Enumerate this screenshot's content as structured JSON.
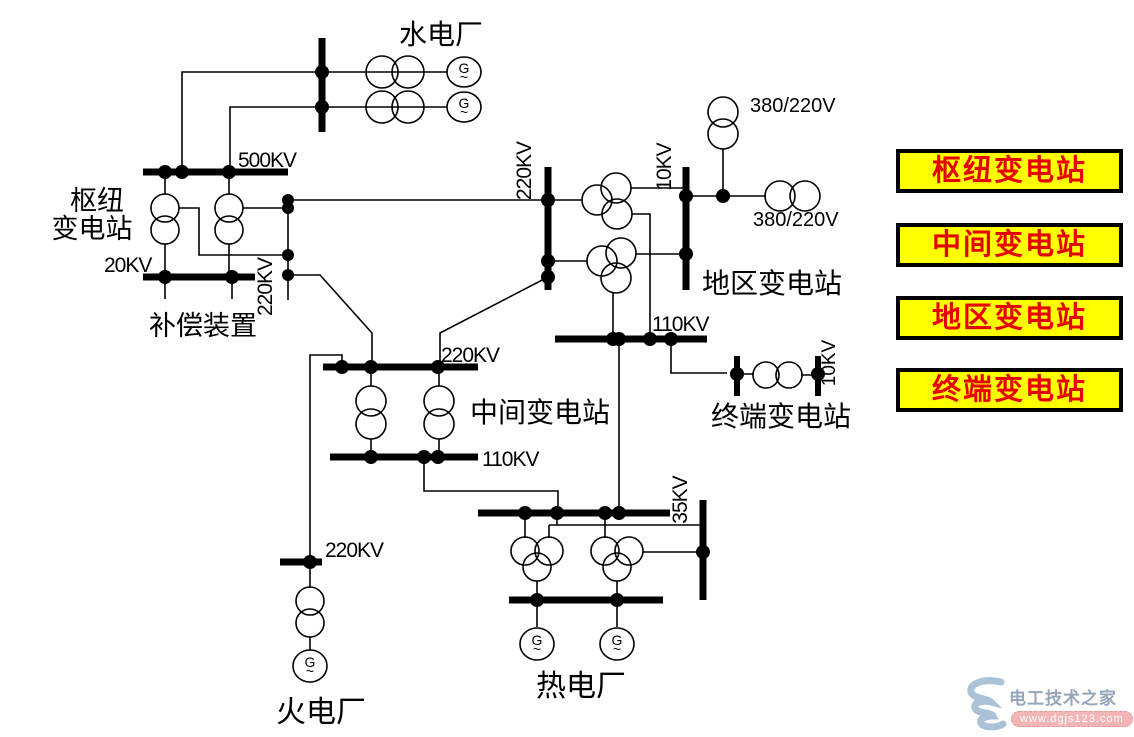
{
  "diagram": {
    "hydro_plant": {
      "label": "水电厂"
    },
    "hub_station": {
      "name_line1": "枢纽",
      "name_line2": "变电站",
      "bus_500kv": "500KV",
      "bus_20kv": "20KV",
      "compensation": "补偿装置",
      "feeder_220kv": "220KV"
    },
    "intermediate_station": {
      "name": "中间变电站",
      "bus_220kv": "220KV",
      "bus_110kv": "110KV"
    },
    "regional_station": {
      "name": "地区变电站",
      "bus_220kv": "220KV",
      "bus_10kv": "10KV",
      "bus_110kv": "110KV",
      "lv_top": "380/220V",
      "lv_right": "380/220V"
    },
    "terminal_station": {
      "name": "终端变电站",
      "bus_10kv": "10KV"
    },
    "thermal_plant": {
      "label": "火电厂",
      "bus_220kv": "220KV"
    },
    "chp_plant": {
      "label": "热电厂",
      "bus_35kv": "35KV"
    },
    "generator": {
      "letter": "G",
      "wave": "~"
    }
  },
  "legend": {
    "background": "#ffff00",
    "text_color": "#e60000",
    "border_color": "#000000",
    "items": [
      {
        "label": "枢纽变电站"
      },
      {
        "label": "中间变电站"
      },
      {
        "label": "地区变电站"
      },
      {
        "label": "终端变电站"
      }
    ]
  },
  "watermark": {
    "site_name": "电工技术之家",
    "site_url": "www.dgjs123.com"
  }
}
